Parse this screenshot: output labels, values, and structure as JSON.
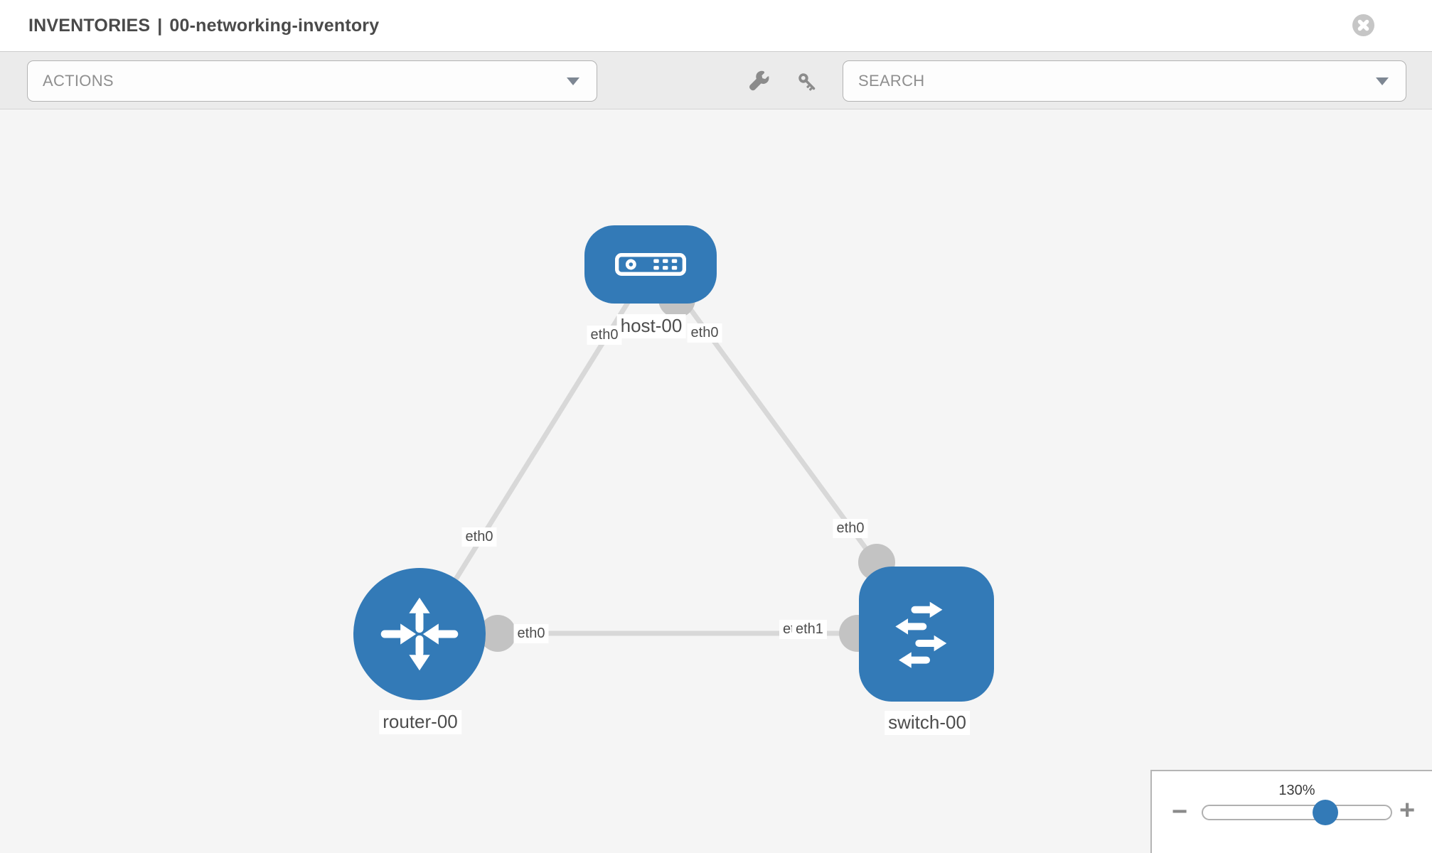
{
  "header": {
    "section": "INVENTORIES",
    "separator": "|",
    "inventory_name": "00-networking-inventory",
    "close_icon": "x-circle-icon"
  },
  "toolbar": {
    "actions_dropdown": {
      "placeholder": "ACTIONS"
    },
    "wrench_tool_icon": "wrench-icon",
    "key_tool_icon": "key-icon",
    "search_dropdown": {
      "placeholder": "SEARCH"
    }
  },
  "topology": {
    "nodes": [
      {
        "id": "host-00",
        "type": "host",
        "label": "host-00",
        "icon": "server-icon"
      },
      {
        "id": "router-00",
        "type": "router",
        "label": "router-00",
        "icon": "router-arrows-icon"
      },
      {
        "id": "switch-00",
        "type": "switch",
        "label": "switch-00",
        "icon": "switch-arrows-icon"
      }
    ],
    "links": [
      {
        "from": "host-00",
        "from_interface": "eth0",
        "to": "router-00",
        "to_interface": "eth0"
      },
      {
        "from": "host-00",
        "from_interface": "eth0",
        "to": "switch-00",
        "to_interface": "eth0"
      },
      {
        "from": "router-00",
        "from_interface": "eth0",
        "to": "switch-00",
        "to_interface": "eth1"
      }
    ],
    "stray_interface_label": "eth0"
  },
  "zoom_control": {
    "level": "130%",
    "minus": "−",
    "plus": "+",
    "slider_percent": 65
  },
  "colors": {
    "node_blue": "#337ab7",
    "link_gray": "#d8d8d8",
    "dot_gray": "#c3c3c3",
    "canvas_bg": "#f5f5f5",
    "toolbar_bg": "#ebebeb"
  }
}
